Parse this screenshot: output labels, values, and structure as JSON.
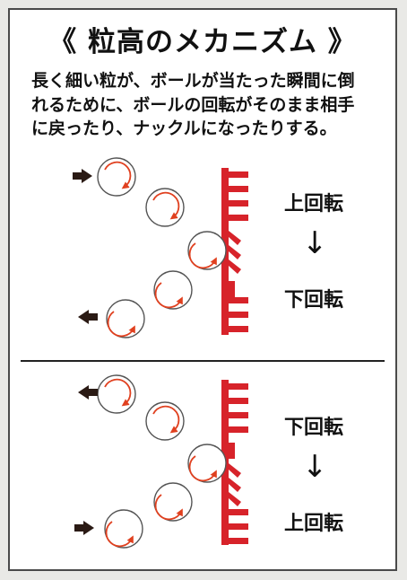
{
  "title": "《 粒高のメカニズム 》",
  "description_lines": [
    "長く細い粒が、ボールが当たった瞬間に倒",
    "れるために、ボールの回転がそのまま相手",
    "に戻ったり、ナックルになったりする。"
  ],
  "panels": [
    {
      "incoming_spin": "上回転",
      "arrow": "↓",
      "outgoing_spin": "下回転"
    },
    {
      "incoming_spin": "下回転",
      "arrow": "↓",
      "outgoing_spin": "上回転"
    }
  ],
  "colors": {
    "rubber": "#d7232a",
    "spin_arrow": "#e0401f",
    "ball_outline": "#555555",
    "motion_arrow": "#2a1a14"
  },
  "icons": {
    "motion": "arrow-right-icon",
    "spin": "rotation-arrow-icon",
    "rubber": "pimple-rubber-icon"
  }
}
